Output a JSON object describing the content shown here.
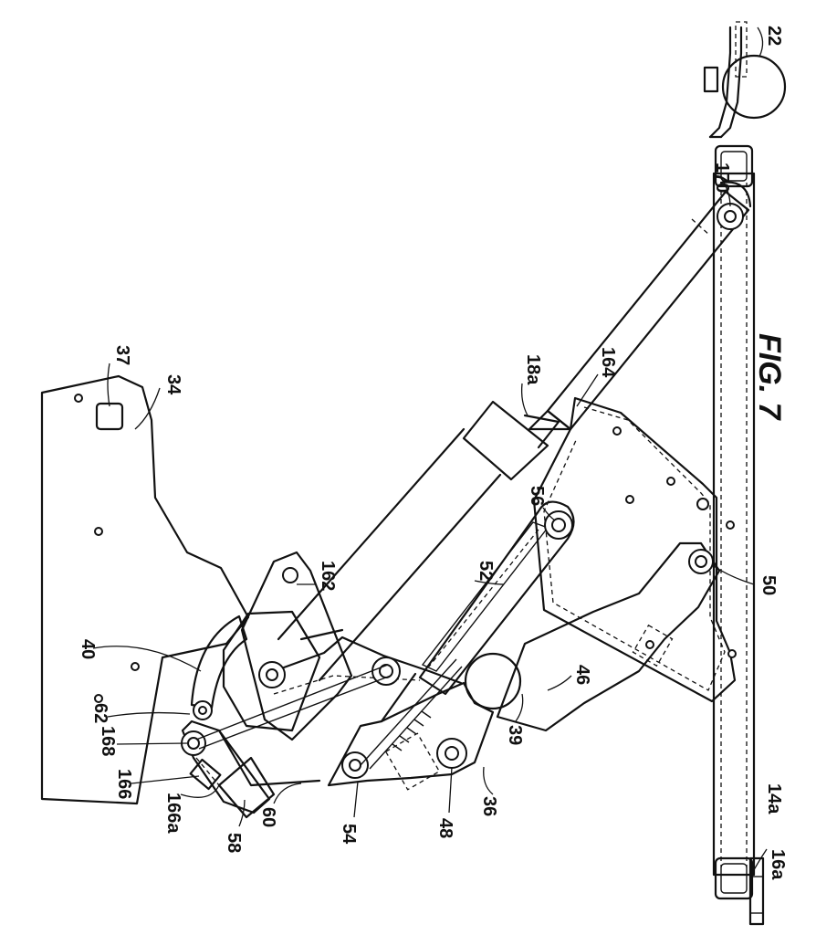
{
  "figure": {
    "title": "FIG. 7"
  },
  "labels": {
    "l22": "22",
    "l170": "170",
    "l164": "164",
    "l18a": "18a",
    "l37": "37",
    "l34": "34",
    "l56": "56",
    "l52": "52",
    "l162": "162",
    "l50": "50",
    "l40": "40",
    "l62": "62",
    "l168": "168",
    "l166": "166",
    "l166a": "166a",
    "l58": "58",
    "l60": "60",
    "l54": "54",
    "l48": "48",
    "l36": "36",
    "l39": "39",
    "l46": "46",
    "l14a": "14a",
    "l16a": "16a"
  }
}
